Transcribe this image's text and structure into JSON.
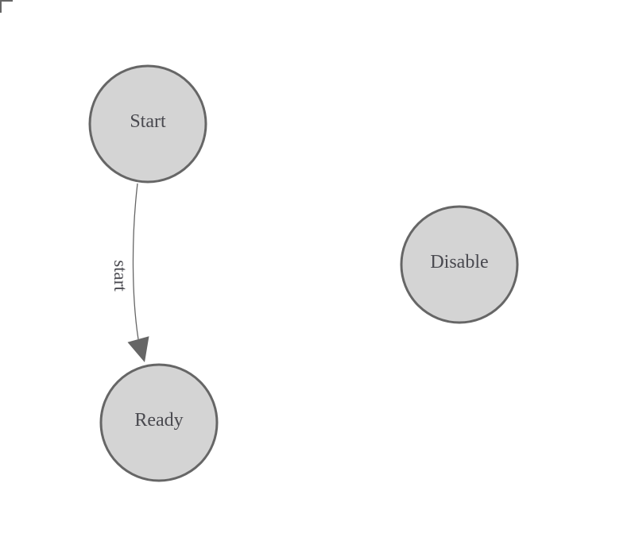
{
  "colors": {
    "background": "#ffffff",
    "node_fill": "#d4d4d4",
    "node_stroke": "#666666",
    "edge_color": "#666666",
    "text_color": "#49494f"
  },
  "nodes": [
    {
      "id": "start",
      "label": "Start"
    },
    {
      "id": "ready",
      "label": "Ready"
    },
    {
      "id": "disable",
      "label": "Disable"
    }
  ],
  "edges": [
    {
      "id": "start-to-ready",
      "source": "start",
      "target": "ready",
      "label": "start"
    }
  ]
}
